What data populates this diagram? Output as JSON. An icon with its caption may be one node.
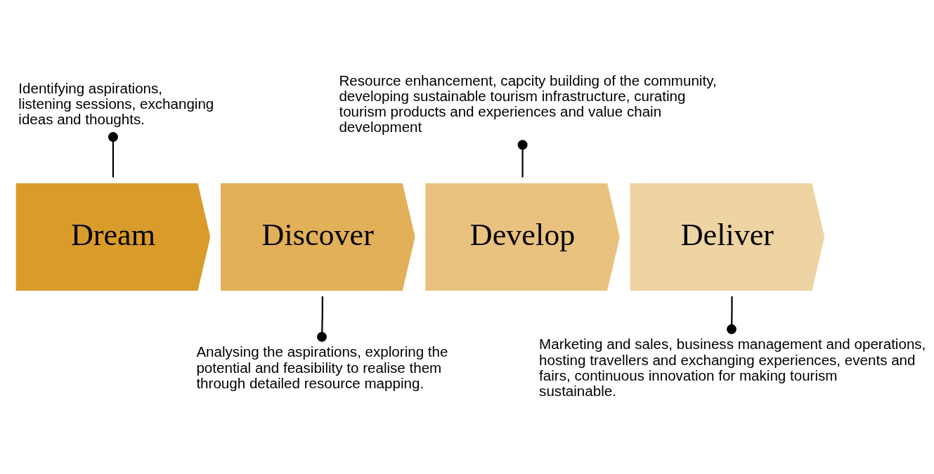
{
  "diagram": {
    "nodes": [
      {
        "text": [
          "Identifying aspirations, listening sessions, exchanging ideas and thoughts."
        ]
      },
      {
        "text": [
          "Resource enhancement, capcity building of the community, developing sustainable tourism infrastructure, curating tourism products and experiences and value chain development"
        ]
      },
      {
        "text": [
          "Dream"
        ]
      },
      {
        "text": [
          "Discover"
        ]
      },
      {
        "text": [
          "Develop"
        ]
      },
      {
        "text": [
          "Deliver"
        ]
      },
      {
        "text": [
          "Analysing the aspirations, exploring the potential and feasibility to realise them through detailed resource mapping."
        ]
      },
      {
        "text": [
          "Marketing and sales, business management and operations, hosting travellers and exchanging experiences, events and fairs, continuous innovation for making tourism sustainable."
        ]
      }
    ],
    "edges": [
      {
        "from": 0,
        "to": 2,
        "arrow": "other"
      },
      {
        "from": 1,
        "to": 4,
        "arrow": "other"
      },
      {
        "from": 6,
        "to": 3,
        "arrow": "other"
      },
      {
        "from": 7,
        "to": 5,
        "arrow": "other"
      }
    ]
  }
}
